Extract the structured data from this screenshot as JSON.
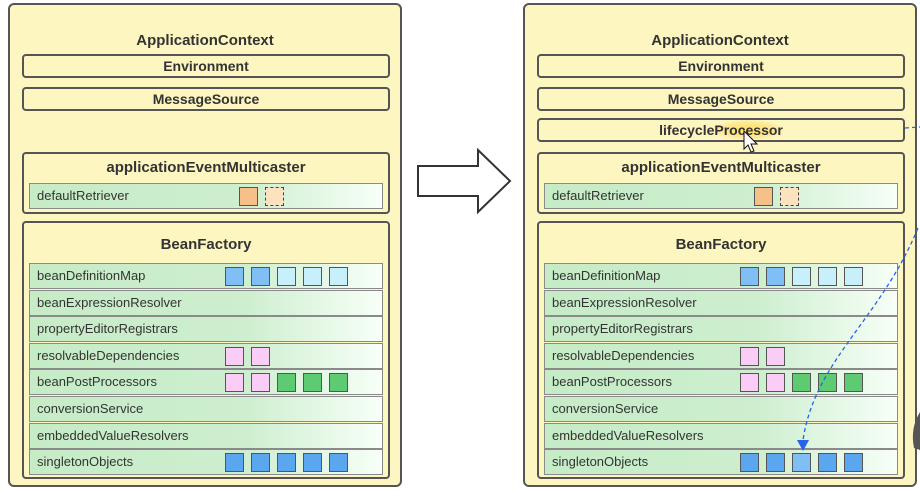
{
  "colors": {
    "panel_bg": "#fdf6c0",
    "row_green": "#c6ecc6",
    "orange": "#f5c189",
    "orange_light": "#fde2c0",
    "blue": "#7fbff5",
    "blue_mid": "#5aa6ef",
    "blue_light": "#c8f0fb",
    "pink": "#f9cdf5",
    "green": "#5ecb72",
    "connector": "#2563eb",
    "highlight": "#ffe15c"
  },
  "before": {
    "context_title": "ApplicationContext",
    "environment": "Environment",
    "message_source": "MessageSource",
    "multicaster": {
      "title": "applicationEventMulticaster",
      "row_label": "defaultRetriever",
      "squares": [
        "orange",
        "orange-dashed"
      ]
    },
    "bean_factory": {
      "title": "BeanFactory",
      "rows": [
        {
          "label": "beanDefinitionMap",
          "squares": [
            "blue",
            "blue",
            "blue_light",
            "blue_light",
            "blue_light"
          ]
        },
        {
          "label": "beanExpressionResolver",
          "squares": []
        },
        {
          "label": "propertyEditorRegistrars",
          "squares": []
        },
        {
          "label": "resolvableDependencies",
          "squares": [
            "pink",
            "pink"
          ]
        },
        {
          "label": "beanPostProcessors",
          "squares": [
            "pink",
            "pink",
            "green",
            "green",
            "green"
          ]
        },
        {
          "label": "conversionService",
          "squares": []
        },
        {
          "label": "embeddedValueResolvers",
          "squares": []
        },
        {
          "label": "singletonObjects",
          "squares": [
            "blue_mid",
            "blue_mid",
            "blue_mid",
            "blue_mid",
            "blue_mid"
          ]
        }
      ]
    }
  },
  "after": {
    "context_title": "ApplicationContext",
    "environment": "Environment",
    "message_source": "MessageSource",
    "lifecycle_prefix": "lifecycle",
    "lifecycle_suffix": "Processor",
    "multicaster": {
      "title": "applicationEventMulticaster",
      "row_label": "defaultRetriever",
      "squares": [
        "orange",
        "orange-dashed"
      ]
    },
    "bean_factory": {
      "title": "BeanFactory",
      "rows": [
        {
          "label": "beanDefinitionMap",
          "squares": [
            "blue",
            "blue",
            "blue_light",
            "blue_light",
            "blue_light"
          ]
        },
        {
          "label": "beanExpressionResolver",
          "squares": []
        },
        {
          "label": "propertyEditorRegistrars",
          "squares": []
        },
        {
          "label": "resolvableDependencies",
          "squares": [
            "pink",
            "pink"
          ]
        },
        {
          "label": "beanPostProcessors",
          "squares": [
            "pink",
            "pink",
            "green",
            "green",
            "green"
          ]
        },
        {
          "label": "conversionService",
          "squares": []
        },
        {
          "label": "embeddedValueResolvers",
          "squares": []
        },
        {
          "label": "singletonObjects",
          "squares": [
            "blue_mid",
            "blue_mid",
            "blue",
            "blue_mid",
            "blue_mid"
          ]
        }
      ]
    }
  }
}
